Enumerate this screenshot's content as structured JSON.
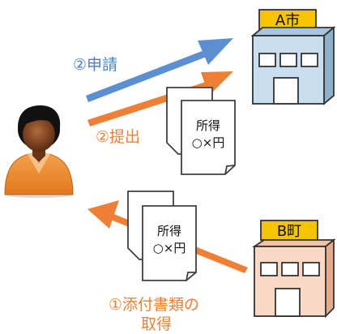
{
  "labels": {
    "apply": "②申請",
    "submit": "②提出",
    "obtain_line1": "①添付書類の",
    "obtain_line2": "取得"
  },
  "buildings": {
    "city_a": "A市",
    "town_b": "B町"
  },
  "documents": {
    "doc_top": {
      "line1": "所得",
      "line2": "○×円"
    },
    "doc_bottom": {
      "line1": "所得",
      "line2": "○×円"
    }
  },
  "colors": {
    "blue_arrow": "#5b8fd1",
    "orange_arrow": "#ef7f34",
    "blue_text": "#4f7fc6",
    "orange_text": "#ef7f34",
    "city_building": "#c9dff0",
    "town_building": "#f9d8c6",
    "sign": "#f7c400"
  },
  "icons": {
    "person": "person-icon",
    "building": "building-icon",
    "document": "document-icon"
  }
}
